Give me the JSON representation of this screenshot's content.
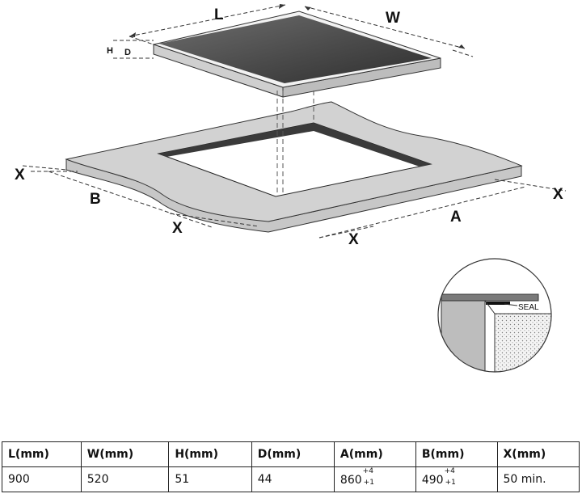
{
  "diagram": {
    "labels": {
      "L": "L",
      "W": "W",
      "H": "H",
      "D": "D",
      "A": "A",
      "B": "B",
      "X": "X",
      "seal": "SEAL"
    }
  },
  "table": {
    "headers": [
      "L(mm)",
      "W(mm)",
      "H(mm)",
      "D(mm)",
      "A(mm)",
      "B(mm)",
      "X(mm)"
    ],
    "values": [
      "900",
      "520",
      "51",
      "44",
      "860",
      "490",
      "50 min."
    ],
    "a_tolerance": {
      "upper": "+4",
      "lower": "+1"
    },
    "b_tolerance": {
      "upper": "+4",
      "lower": "+1"
    }
  }
}
